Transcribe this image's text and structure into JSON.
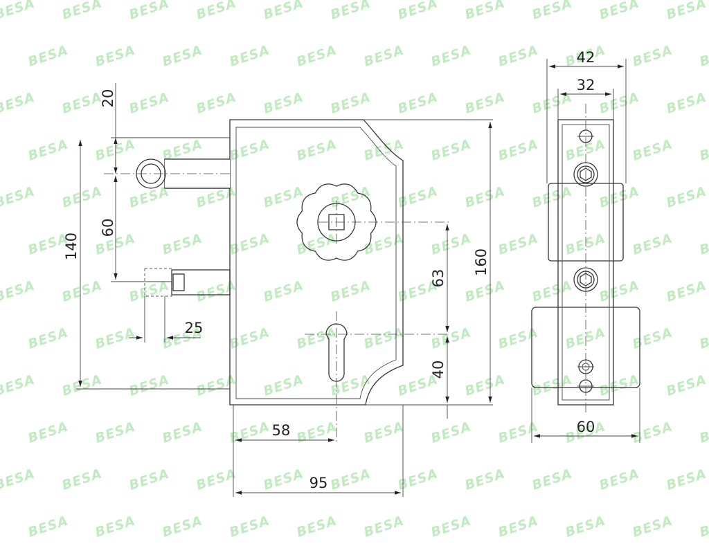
{
  "watermark": {
    "text": "BESA",
    "color": "#8fd98f"
  },
  "front_view": {
    "dims": {
      "d20": "20",
      "d140": "140",
      "d60": "60",
      "d25": "25",
      "d63": "63",
      "d160": "160",
      "d40": "40",
      "d58": "58",
      "d95": "95"
    }
  },
  "side_view": {
    "dims": {
      "d42": "42",
      "d32": "32",
      "d60": "60"
    }
  }
}
